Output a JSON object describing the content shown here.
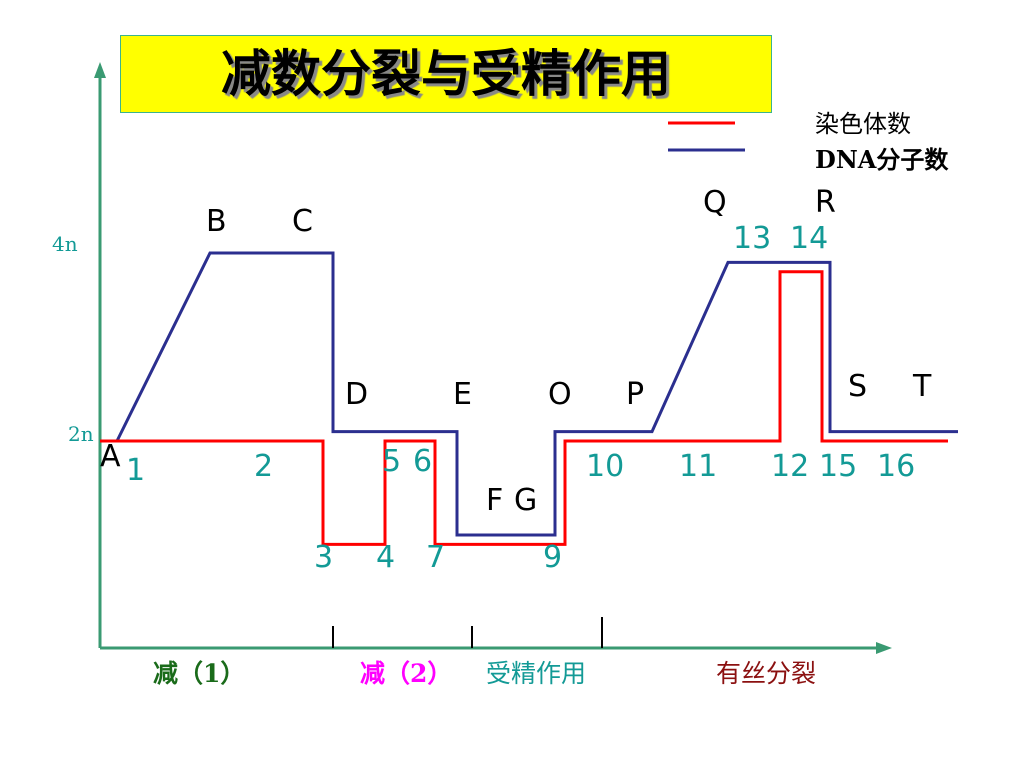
{
  "chart_data": {
    "type": "line",
    "title": "减数分裂与受精作用",
    "y_ticks": [
      "4n",
      "2n"
    ],
    "y_tick_values": [
      4,
      2
    ],
    "legend": [
      {
        "name": "染色体数",
        "color": "#ff0000"
      },
      {
        "name": "DNA分子数",
        "color": "#2b2f8f"
      }
    ],
    "legend_placement": "top-right",
    "series": [
      {
        "name": "DNA分子数",
        "color": "#2b2f8f",
        "points": [
          [
            1.7,
            2
          ],
          [
            11,
            4
          ],
          [
            23.3,
            4
          ],
          [
            23.3,
            2.1
          ],
          [
            35.7,
            2.1
          ],
          [
            35.7,
            1
          ],
          [
            45.5,
            1
          ],
          [
            45.5,
            2.1
          ],
          [
            55.2,
            2.1
          ],
          [
            62.8,
            3.9
          ],
          [
            73,
            3.9
          ],
          [
            73,
            2.1
          ],
          [
            85.8,
            2.1
          ]
        ]
      },
      {
        "name": "染色体数",
        "color": "#ff0000",
        "points": [
          [
            0,
            2
          ],
          [
            22.3,
            2
          ],
          [
            22.3,
            0.9
          ],
          [
            28.5,
            0.9
          ],
          [
            28.5,
            2
          ],
          [
            33.5,
            2
          ],
          [
            33.5,
            0.9
          ],
          [
            46.5,
            0.9
          ],
          [
            46.5,
            2
          ],
          [
            68,
            2
          ],
          [
            68,
            3.8
          ],
          [
            72.2,
            3.8
          ],
          [
            72.2,
            2
          ],
          [
            84.8,
            2
          ]
        ]
      }
    ],
    "point_letters": [
      "A",
      "B",
      "C",
      "D",
      "E",
      "F",
      "G",
      "O",
      "P",
      "Q",
      "R",
      "S",
      "T"
    ],
    "point_numbers": [
      "1",
      "2",
      "3",
      "4",
      "5",
      "6",
      "7",
      "9",
      "10",
      "11",
      "12",
      "13",
      "14",
      "15",
      "16"
    ],
    "stages": [
      {
        "label": "减（1）",
        "color": "#1a6b1a"
      },
      {
        "label": "减（2）",
        "color": "#ff00ff"
      },
      {
        "label": "受精作用",
        "color": "#139a96"
      },
      {
        "label": "有丝分裂",
        "color": "#8b1010"
      }
    ],
    "axis_color": "#3a9a72"
  }
}
